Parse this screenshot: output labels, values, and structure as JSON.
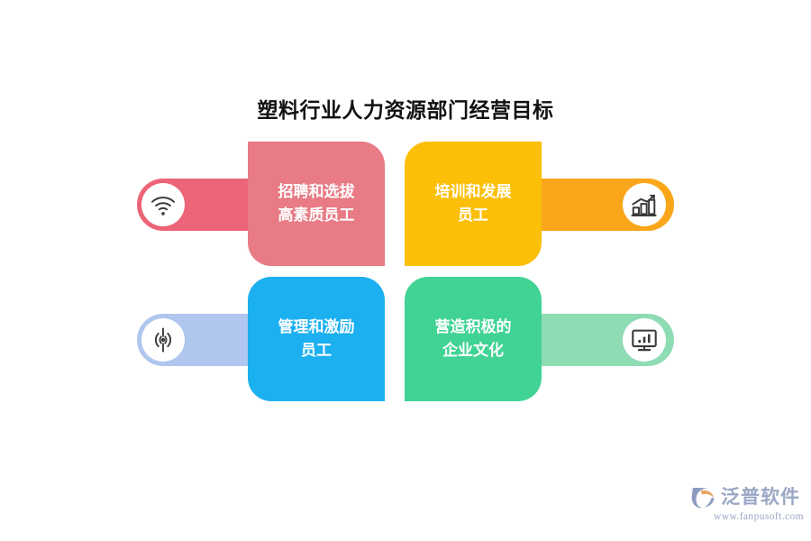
{
  "page": {
    "title": "塑料行业人力资源部门经营目标",
    "background_color": "#FFFFFF"
  },
  "diagram": {
    "type": "2x2-pinwheel-infographic",
    "cards": [
      {
        "id": "card-1",
        "text": "招聘和选拔高素质员工",
        "line1": "招聘和选拔",
        "line2": "高素质员工",
        "color": "#E87B85",
        "position": "top-left"
      },
      {
        "id": "card-2",
        "text": "培训和发展员工",
        "line1": "培训和发展",
        "line2": "员工",
        "color": "#FBBF07",
        "position": "top-right"
      },
      {
        "id": "card-3",
        "text": "管理和激励员工",
        "line1": "管理和激励",
        "line2": "员工",
        "color": "#1CB0F0",
        "position": "bottom-left"
      },
      {
        "id": "card-4",
        "text": "营造积极的企业文化",
        "line1": "营造积极的",
        "line2": "企业文化",
        "color": "#40D394",
        "position": "bottom-right"
      }
    ],
    "connectors": [
      {
        "id": "bar-left-top",
        "color": "#EC6478",
        "icon": "wifi-icon",
        "side": "left"
      },
      {
        "id": "bar-right-top",
        "color": "#FAA61A",
        "icon": "bar-chart-growth-icon",
        "side": "right"
      },
      {
        "id": "bar-left-bottom",
        "color": "#AFC6EE",
        "icon": "broadcast-signal-icon",
        "side": "left"
      },
      {
        "id": "bar-right-bottom",
        "color": "#8EDCB3",
        "icon": "monitor-chart-icon",
        "side": "right"
      }
    ],
    "icon_color": "#3A3A3A",
    "disc_color": "#FFFFFF"
  },
  "watermark": {
    "brand": "泛普软件",
    "url": "www.fanpusoft.com",
    "color": "#9AA7C4",
    "mark_colors": [
      "#8C9CC0",
      "#E8A15C"
    ]
  }
}
